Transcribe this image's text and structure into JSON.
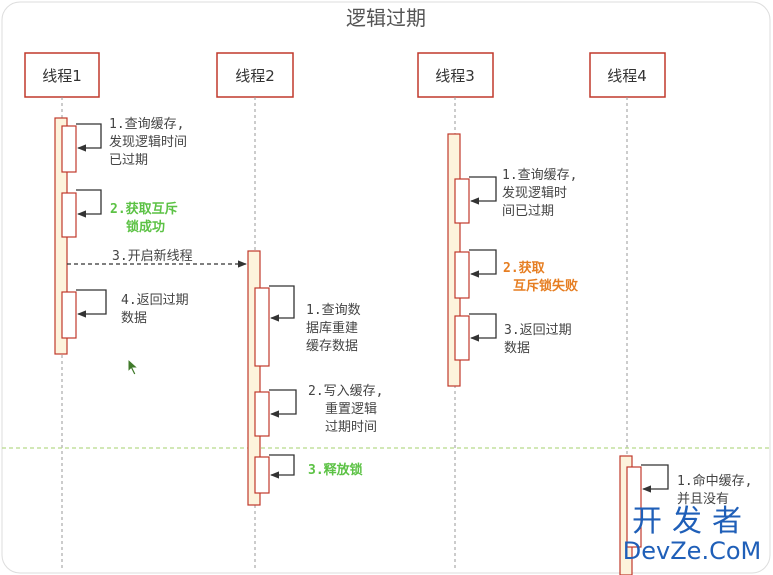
{
  "title": "逻辑过期",
  "colors": {
    "actor_border": "#c0392b",
    "activation_fill": "#fdf3dc",
    "activation_border": "#c0392b",
    "success_text": "#5cc245",
    "fail_text": "#e67e22",
    "normal_text": "#444444",
    "divider": "#b8d98a",
    "watermark": "#1f5fb8"
  },
  "actors": [
    "线程1",
    "线程2",
    "线程3",
    "线程4"
  ],
  "notes": {
    "t1_query": [
      "1.查询缓存,",
      "发现逻辑时间",
      "已过期"
    ],
    "t1_lock": [
      "2.获取互斥",
      "锁成功"
    ],
    "t1_newthread": [
      "3.开启新线程"
    ],
    "t1_return": [
      "4.返回过期",
      "数据"
    ],
    "t2_querydb": [
      "1.查询数",
      "据库重建",
      "缓存数据"
    ],
    "t2_write": [
      "2.写入缓存,",
      "重置逻辑",
      "过期时间"
    ],
    "t2_release": [
      "3.释放锁"
    ],
    "t3_query": [
      "1.查询缓存,",
      "发现逻辑时",
      "间已过期"
    ],
    "t3_lock": [
      "2.获取",
      "互斥锁失败"
    ],
    "t3_return": [
      "3.返回过期",
      "数据"
    ],
    "t4_hit": [
      "1.命中缓存,",
      "并且没有"
    ]
  },
  "watermark": {
    "cn": "开发者",
    "en": "DevZe.CoM"
  }
}
